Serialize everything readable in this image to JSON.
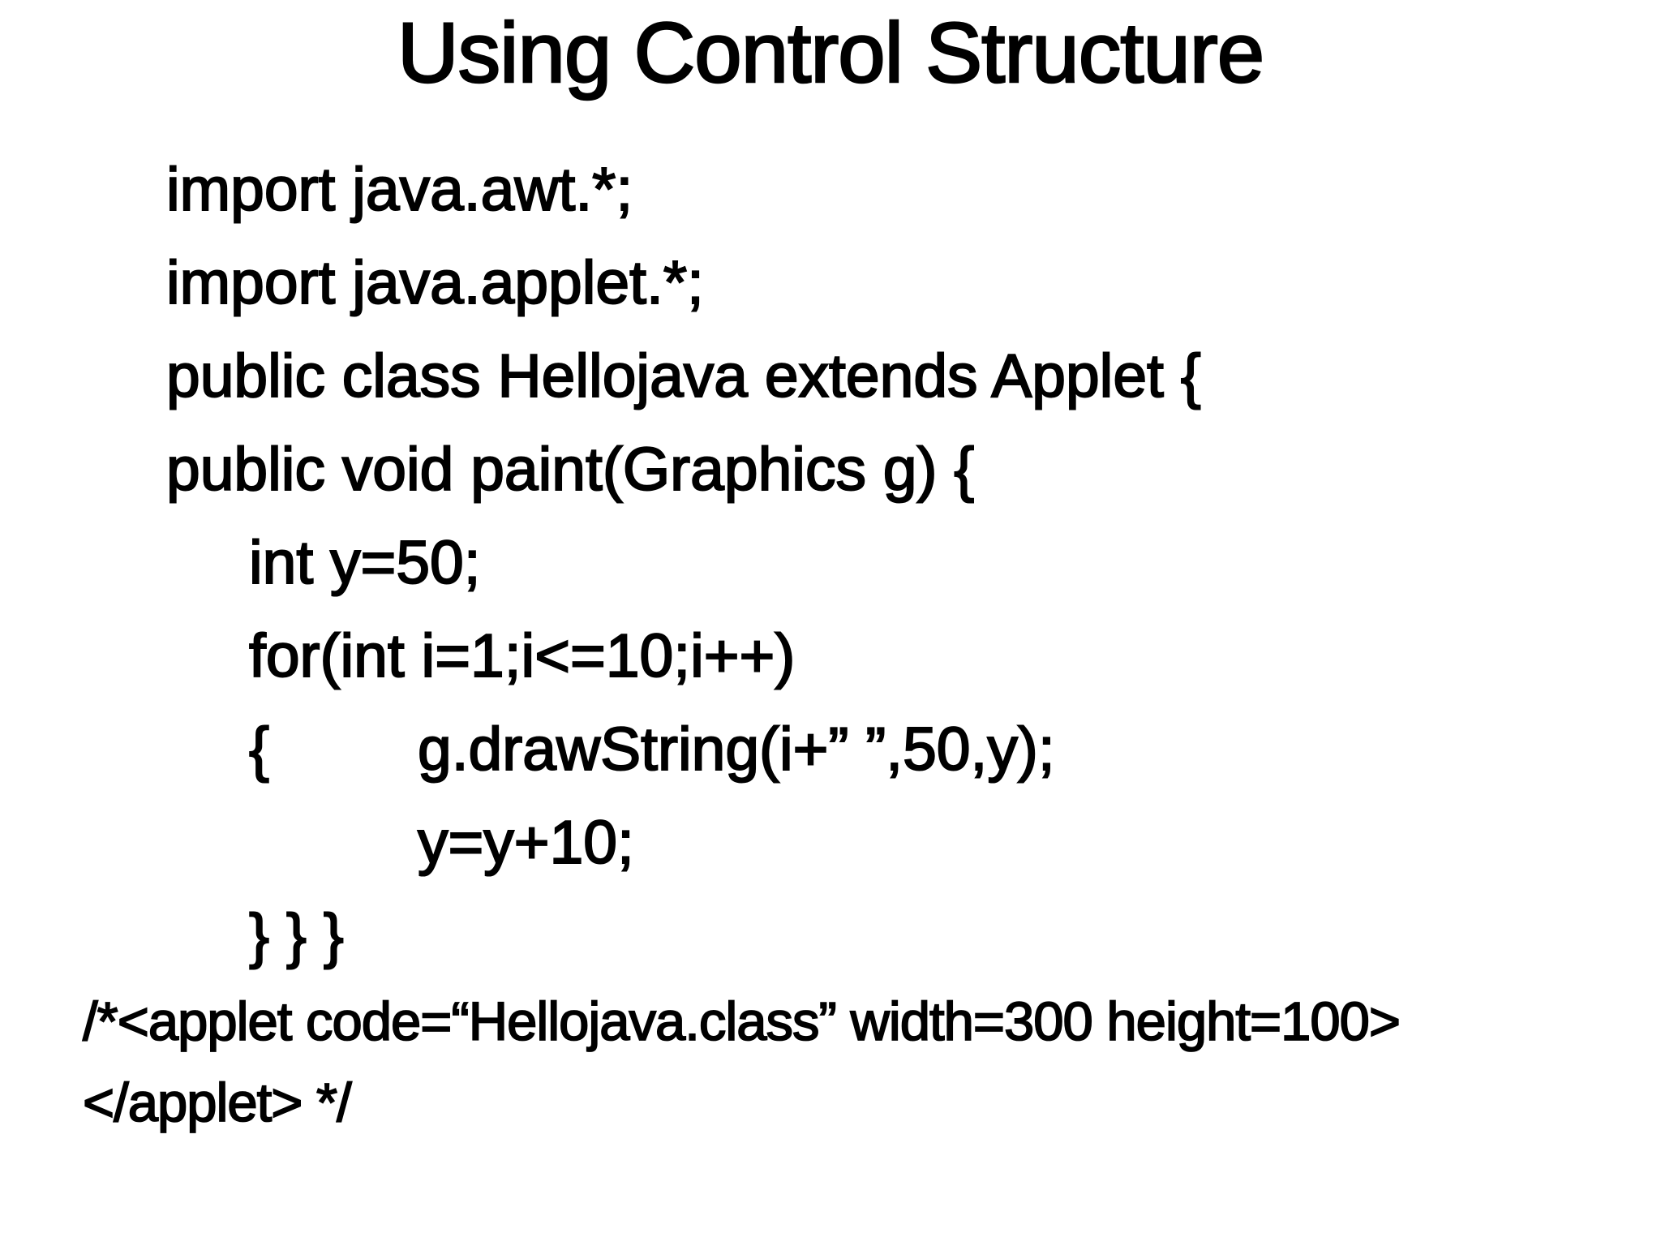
{
  "slide": {
    "title": "Using Control Structure",
    "colors": {
      "background": "#ffffff",
      "text": "#000000"
    },
    "code_lines": [
      {
        "text": "import java.awt.*;"
      },
      {
        "text": "import java.applet.*;"
      },
      {
        "text": "public class Hellojava extends Applet {"
      },
      {
        "text": "public void paint(Graphics g) {"
      },
      {
        "text": "int y=50;"
      },
      {
        "text": "for(int i=1;i<=10;i++)"
      },
      {
        "brace": "{",
        "text": "g.drawString(i+” ”,50,y);"
      },
      {
        "text": "y=y+10;"
      },
      {
        "text": "} } }"
      },
      {
        "text": "/*<applet code=“Hellojava.class” width=300 height=100>"
      },
      {
        "text": "</applet> */"
      }
    ]
  }
}
